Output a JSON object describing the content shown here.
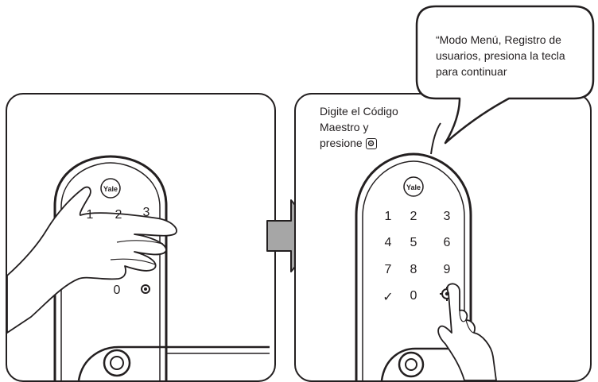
{
  "instruction": {
    "line1": "Digite el Código",
    "line2": "Maestro y",
    "line3": "presione",
    "icon": "gear-icon"
  },
  "speech_bubble": {
    "text": "“Modo Menú, Registro de usuarios, presiona la tecla para continuar"
  },
  "logo": {
    "text": "Yale"
  },
  "keypad_left": [
    "1",
    "2",
    "3",
    "0"
  ],
  "keypad_right": {
    "row1": [
      "1",
      "2",
      "3"
    ],
    "row2": [
      "4",
      "5",
      "6"
    ],
    "row3": [
      "7",
      "8",
      "9"
    ],
    "row4": [
      "✓",
      "0",
      "⚙"
    ]
  },
  "icons": [
    "gear-icon",
    "checkmark-icon",
    "arrow-right-icon",
    "hand-icon",
    "lock-icon"
  ]
}
